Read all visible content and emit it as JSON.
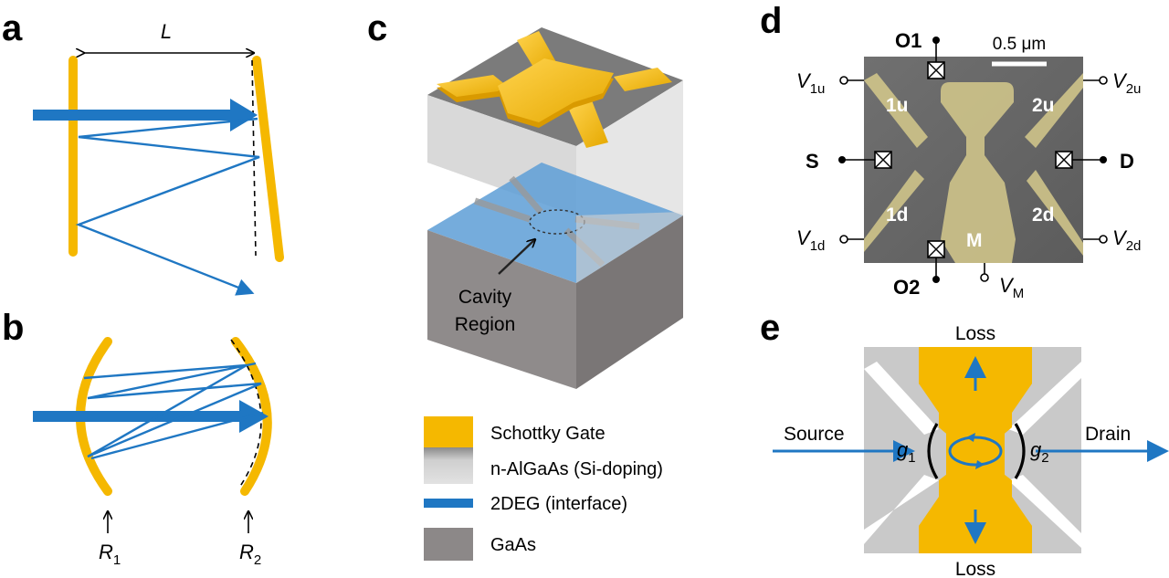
{
  "colors": {
    "gold": "#F5B800",
    "blue": "#1F77C3",
    "sem_gray": "#6b6b6b",
    "gaas_gray": "#8c8888",
    "algaas_gray": "#d6d6d6",
    "light_gray": "#c8c8c8"
  },
  "panels": {
    "a": {
      "label": "a",
      "length_label": "L"
    },
    "b": {
      "label": "b",
      "mirror1_label": "R",
      "mirror1_sub": "1",
      "mirror2_label": "R",
      "mirror2_sub": "2"
    },
    "c": {
      "label": "c",
      "cavity_label_line1": "Cavity",
      "cavity_label_line2": "Region",
      "legend": [
        {
          "label": "Schottky Gate",
          "color": "#F5B800"
        },
        {
          "label": "n-AlGaAs (Si-doping)",
          "color": "#d6d6d6"
        },
        {
          "label": "2DEG (interface)",
          "color": "#1F77C3"
        },
        {
          "label": "GaAs",
          "color": "#8c8888"
        }
      ]
    },
    "d": {
      "label": "d",
      "scale_bar": "0.5 μm",
      "o1": "O1",
      "o2": "O2",
      "s": "S",
      "d_terminal": "D",
      "v1u": "V",
      "v1u_sub": "1u",
      "v2u": "V",
      "v2u_sub": "2u",
      "v1d": "V",
      "v1d_sub": "1d",
      "v2d": "V",
      "v2d_sub": "2d",
      "vm": "V",
      "vm_sub": "M",
      "gate_1u": "1u",
      "gate_2u": "2u",
      "gate_1d": "1d",
      "gate_2d": "2d",
      "gate_m": "M"
    },
    "e": {
      "label": "e",
      "loss_top": "Loss",
      "loss_bottom": "Loss",
      "source": "Source",
      "drain": "Drain",
      "g1": "g",
      "g1_sub": "1",
      "g2": "g",
      "g2_sub": "2"
    }
  }
}
